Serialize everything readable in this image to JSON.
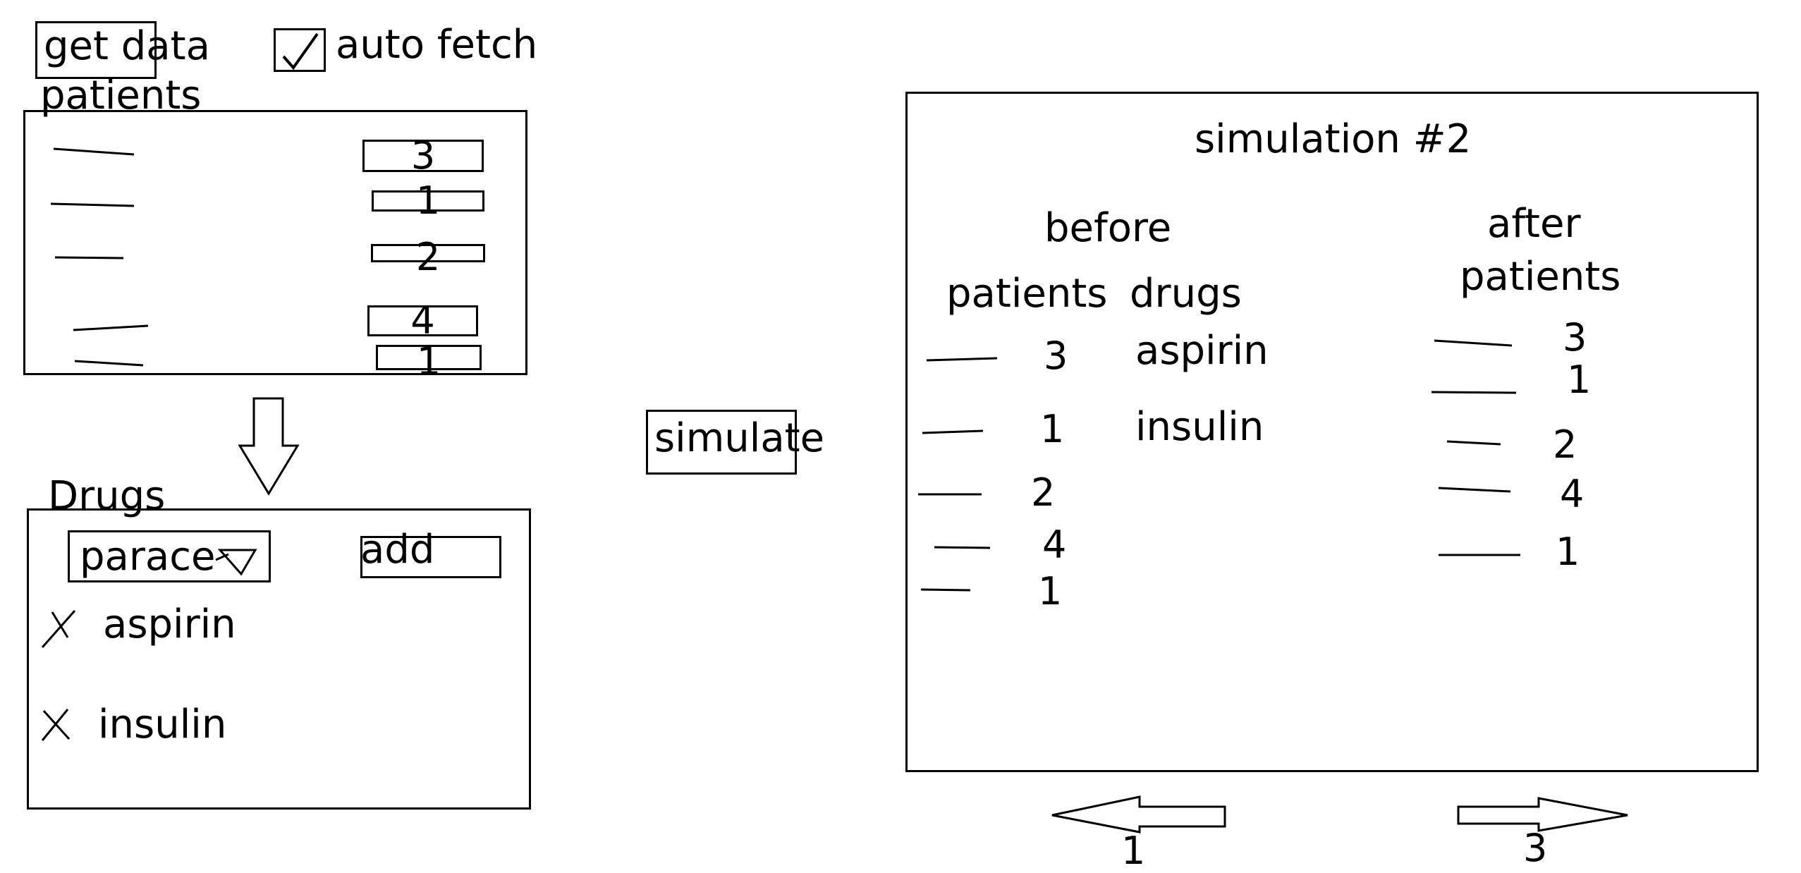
{
  "toolbar": {
    "get_data_label": "get data",
    "auto_fetch_label": "auto fetch",
    "auto_fetch_checked": true
  },
  "patients_panel": {
    "title": "patients",
    "rows": [
      {
        "count": "3"
      },
      {
        "count": "1"
      },
      {
        "count": "2"
      },
      {
        "count": "4"
      },
      {
        "count": "1"
      }
    ]
  },
  "drugs_panel": {
    "title": "Drugs",
    "select_value": "parace",
    "add_label": "add",
    "items": [
      {
        "name": "aspirin"
      },
      {
        "name": "insulin"
      }
    ]
  },
  "simulate_label": "simulate",
  "simulation": {
    "title": "simulation #2",
    "before_label": "before",
    "before_patients_label": "patients",
    "before_drugs_label": "drugs",
    "before_counts": [
      "3",
      "1",
      "2",
      "4",
      "1"
    ],
    "before_drugs": [
      "aspirin",
      "insulin"
    ],
    "after_label": "after",
    "after_patients_label": "patients",
    "after_counts": [
      "3",
      "1",
      "2",
      "4",
      "1"
    ]
  },
  "pager": {
    "prev_number": "1",
    "next_number": "3"
  }
}
